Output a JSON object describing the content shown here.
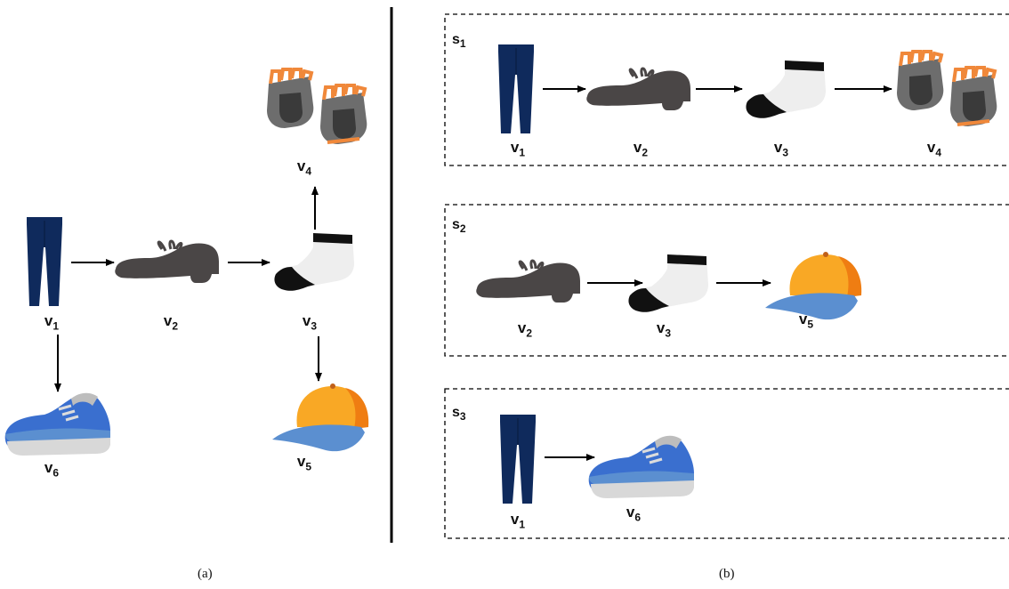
{
  "nodes": {
    "v1": {
      "base": "v",
      "sub": "1",
      "icon": "pants-icon"
    },
    "v2": {
      "base": "v",
      "sub": "2",
      "icon": "dress-shoe-icon"
    },
    "v3": {
      "base": "v",
      "sub": "3",
      "icon": "sock-icon"
    },
    "v4": {
      "base": "v",
      "sub": "4",
      "icon": "gloves-icon"
    },
    "v5": {
      "base": "v",
      "sub": "5",
      "icon": "cap-icon"
    },
    "v6": {
      "base": "v",
      "sub": "6",
      "icon": "sneaker-icon"
    }
  },
  "sequences": {
    "s1": {
      "base": "s",
      "sub": "1",
      "items": [
        "v1",
        "v2",
        "v3",
        "v4"
      ]
    },
    "s2": {
      "base": "s",
      "sub": "2",
      "items": [
        "v2",
        "v3",
        "v5"
      ]
    },
    "s3": {
      "base": "s",
      "sub": "3",
      "items": [
        "v1",
        "v6"
      ]
    }
  },
  "graph_edges": [
    [
      "v1",
      "v2"
    ],
    [
      "v2",
      "v3"
    ],
    [
      "v3",
      "v4"
    ],
    [
      "v3",
      "v5"
    ],
    [
      "v1",
      "v6"
    ]
  ],
  "captions": {
    "a": "(a)",
    "b": "(b)"
  },
  "colors": {
    "pants": "#0f2a5c",
    "shoe": "#4a4646",
    "sock_black": "#111111",
    "sock_white": "#eeeeee",
    "glove_gray": "#6d6d6d",
    "glove_orange": "#f0883a",
    "cap_orange": "#f9a825",
    "cap_dark_orange": "#ef7d12",
    "cap_blue": "#5b8fd0",
    "sneaker_blue": "#3a6fcf",
    "sneaker_sole": "#d8d8d8"
  }
}
